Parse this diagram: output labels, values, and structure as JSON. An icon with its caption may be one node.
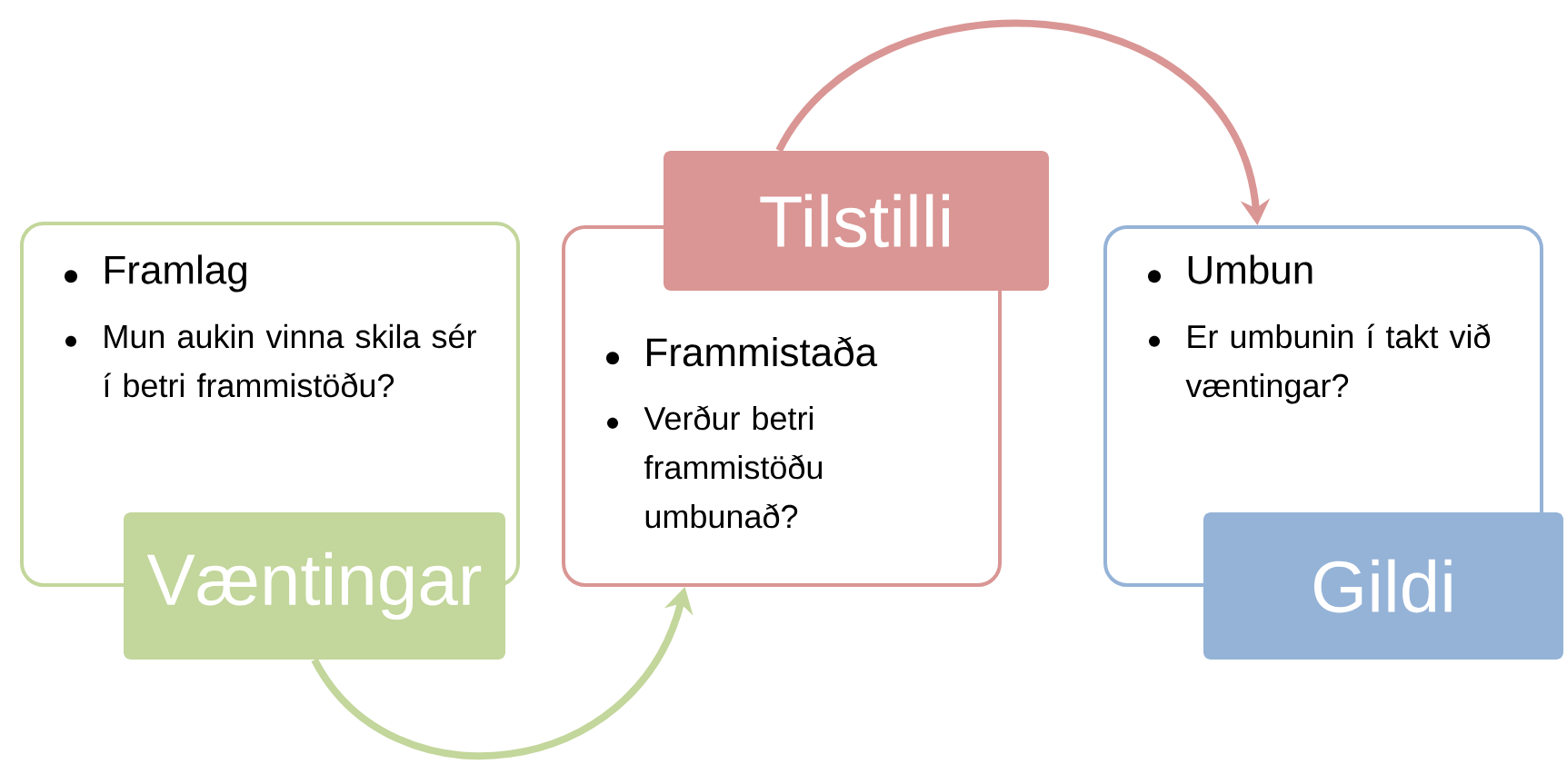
{
  "diagram": {
    "nodes": [
      {
        "text": [
          "Framlag",
          "Mun aukin vinna skila sér í betri frammistöðu?"
        ]
      },
      {
        "text": [
          "Væntingar"
        ]
      },
      {
        "text": [
          "Tilstilli"
        ]
      },
      {
        "text": [
          "Frammistaða",
          "Verður betri frammistöðu umbunað?"
        ]
      },
      {
        "text": [
          "Umbun",
          "Er umbunin í takt við væntingar?"
        ]
      },
      {
        "text": [
          "Gildi"
        ]
      }
    ],
    "edges": [
      {
        "from": 1,
        "to": 3,
        "arrow": "to",
        "color": "#c3d69b"
      },
      {
        "from": 2,
        "to": 4,
        "arrow": "to",
        "color": "#d99694"
      }
    ]
  }
}
